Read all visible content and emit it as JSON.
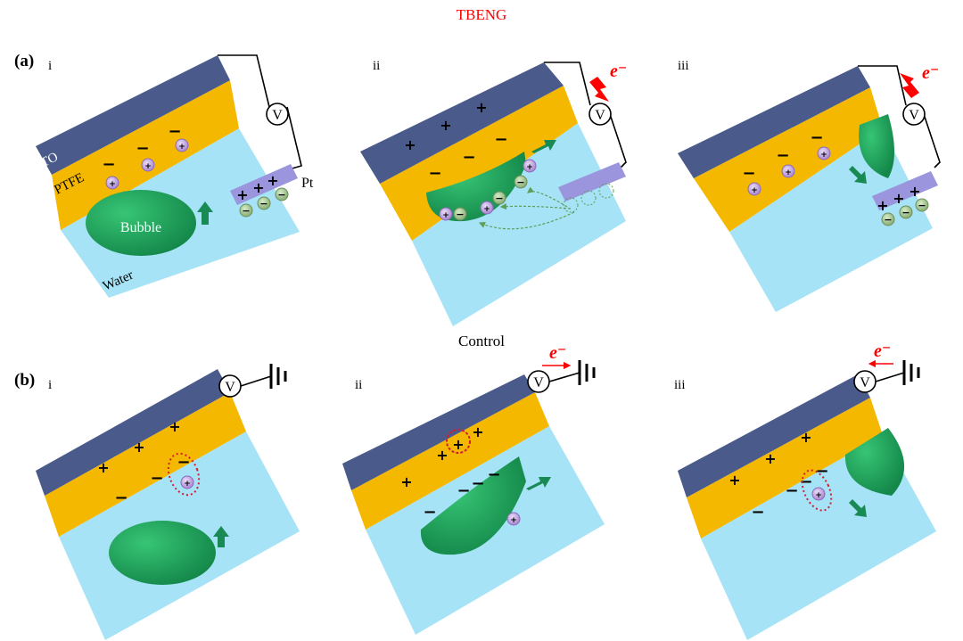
{
  "header": {
    "title": "TBENG",
    "title_color": "#ff0000",
    "section_b_title": "Control"
  },
  "row_a": {
    "label": "(a)",
    "panels": [
      {
        "numeral": "i",
        "ito": "ITO",
        "ptfe": "PTFE",
        "electrode": "Pt",
        "bubble": "Bubble",
        "water": "Water"
      },
      {
        "numeral": "ii",
        "electron": "e⁻"
      },
      {
        "numeral": "iii",
        "electron": "e⁻"
      }
    ]
  },
  "row_b": {
    "label": "(b)",
    "panels": [
      {
        "numeral": "i"
      },
      {
        "numeral": "ii",
        "electron": "e⁻"
      },
      {
        "numeral": "iii",
        "electron": "e⁻"
      }
    ]
  },
  "meter": {
    "symbol": "V"
  },
  "charges": {
    "plus": "+",
    "minus": "−"
  },
  "colors": {
    "ito": "#4a5a8a",
    "ptfe": "#f5b800",
    "water": "#a6e3f7",
    "bubble": "#1fa85a",
    "cation": "#c9a8e6",
    "anion": "#a9d29a",
    "pt": "#9a95dd",
    "arrow_green": "#1a8a55",
    "electron_red": "#ff0000"
  }
}
